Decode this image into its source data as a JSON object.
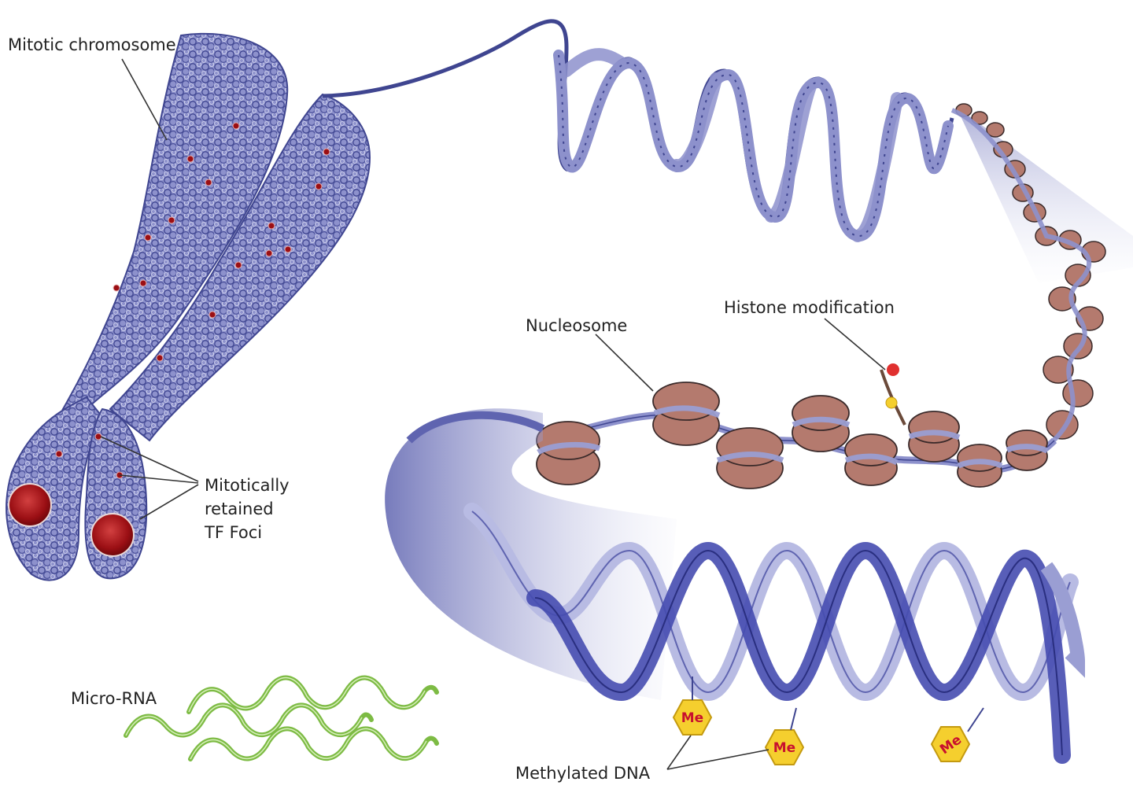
{
  "labels": {
    "mitotic_chromosome": "Mitotic chromosome",
    "tf_foci_line1": "Mitotically",
    "tf_foci_line2": "retained",
    "tf_foci_line3": "TF Foci",
    "nucleosome": "Nucleosome",
    "histone_modification": "Histone modification",
    "micro_rna": "Micro-RNA",
    "methylated_dna": "Methylated DNA",
    "methyl_mark": "Me"
  },
  "colors": {
    "chromatin": "#7a7fbf",
    "chromatin_dark": "#3f4590",
    "histone": "#b47a6e",
    "tf_focus": "#a3141a",
    "micro_rna": "#7dbb44",
    "methyl_badge": "#f5cf2e",
    "background": "#ffffff"
  }
}
